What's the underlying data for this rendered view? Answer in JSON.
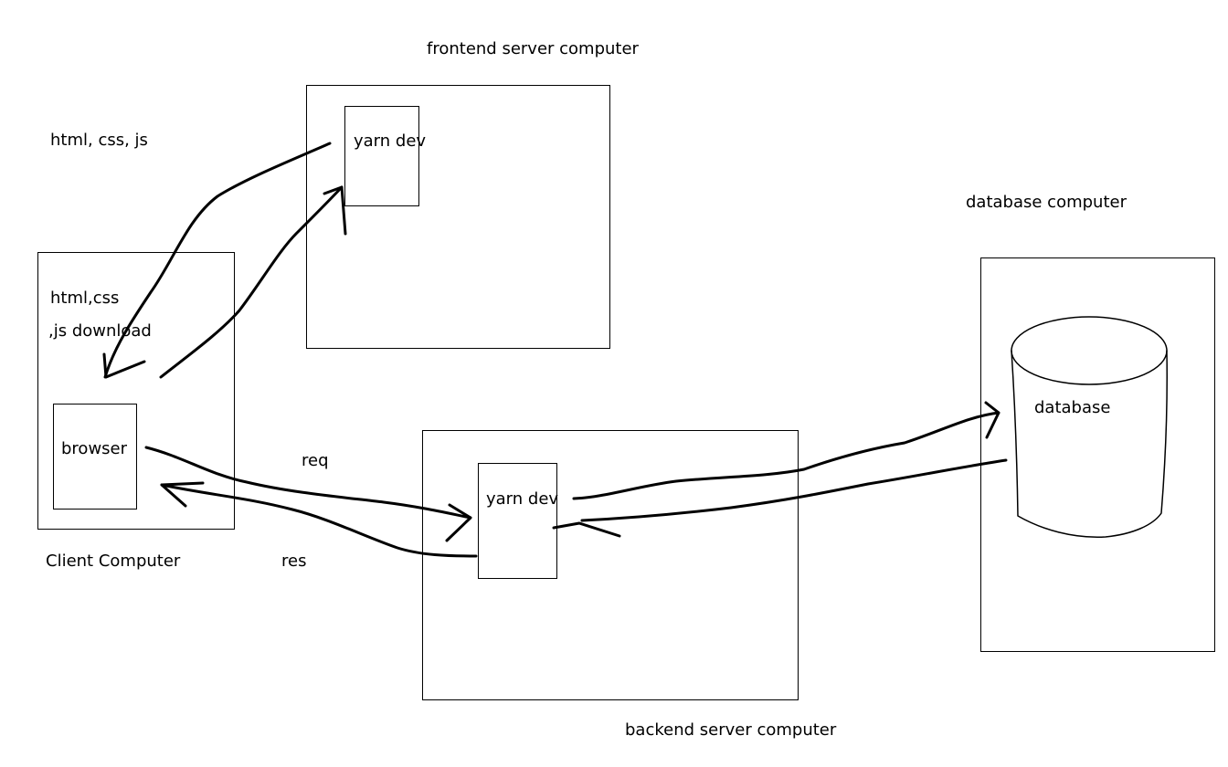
{
  "diagram": {
    "frontend": {
      "title": "frontend server computer",
      "process": "yarn dev"
    },
    "client": {
      "title": "Client Computer",
      "download_line1": "html,css",
      "download_line2": ",js download",
      "browser": "browser"
    },
    "backend": {
      "title": "backend server computer",
      "process": "yarn dev"
    },
    "database": {
      "title": "database computer",
      "cylinder": "database"
    },
    "annotations": {
      "assets": "html, css, js",
      "request": "req",
      "response": "res"
    }
  }
}
